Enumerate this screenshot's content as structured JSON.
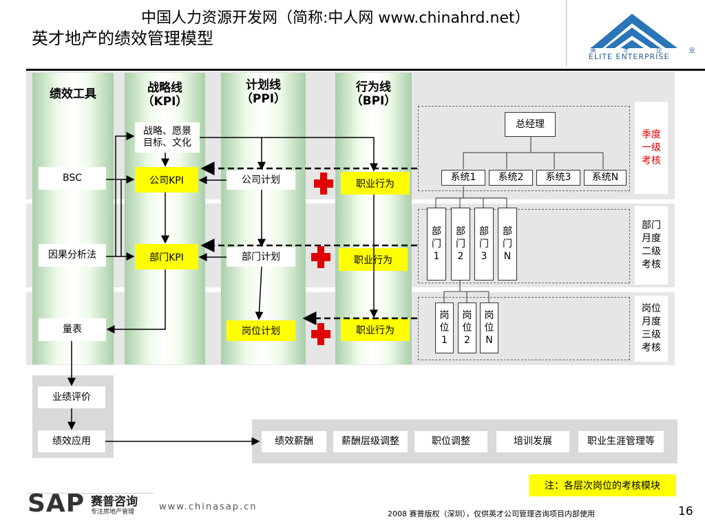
{
  "header": {
    "site": "中国人力资源开发网（简称:中人网 www.chinahrd.net）",
    "title": "英才地产的绩效管理模型",
    "logo_cn": "英 才 企 业",
    "logo_en": "ELITE ENTERPRISE"
  },
  "columns": {
    "tools": "绩效工具",
    "kpi_1": "战略线",
    "kpi_2": "（KPI）",
    "ppi_1": "计划线",
    "ppi_2": "（PPI）",
    "bpi_1": "行为线",
    "bpi_2": "（BPI）"
  },
  "tools": {
    "bsc": "BSC",
    "causal": "因果分析法",
    "scale": "量表"
  },
  "kpi": {
    "vision_1": "战略、愿景",
    "vision_2": "目标、文化",
    "company": "公司KPI",
    "dept": "部门KPI"
  },
  "ppi": {
    "company": "公司计划",
    "dept": "部门计划",
    "post": "岗位计划"
  },
  "bpi": {
    "row1": "职业行为",
    "row2": "职业行为",
    "row3": "职业行为"
  },
  "org": {
    "gm": "总经理",
    "systems": [
      "系统1",
      "系统2",
      "系统3",
      "系统N"
    ],
    "depts": [
      [
        "部",
        "门",
        "1"
      ],
      [
        "部",
        "门",
        "2"
      ],
      [
        "部",
        "门",
        "3"
      ],
      [
        "部",
        "门",
        "N"
      ]
    ],
    "posts": [
      [
        "岗",
        "位",
        "1"
      ],
      [
        "岗",
        "位",
        "2"
      ],
      [
        "岗",
        "位",
        "N"
      ]
    ]
  },
  "levels": {
    "l1": [
      "季度",
      "一级",
      "考核"
    ],
    "l2": [
      "部门",
      "月度",
      "二级",
      "考核"
    ],
    "l3": [
      "岗位",
      "月度",
      "三级",
      "考核"
    ]
  },
  "bottom": {
    "eval": "业绩评价",
    "apply": "绩效应用",
    "outputs": [
      "绩效薪酬",
      "薪酬层级调整",
      "职位调整",
      "培训发展",
      "职业生涯管理等"
    ]
  },
  "note": "注：各层次岗位的考核模块",
  "footer": {
    "sap": "SAP",
    "sap_cn": "赛普咨询",
    "sap_sub": "专注房地产管理",
    "url": "www.chinasap.cn",
    "copyright": "2008 赛普版权（深圳），仅供英才公司管理咨询项目内部使用",
    "page": "16"
  },
  "colors": {
    "highlight": "#ffff00",
    "cross": "#e00000",
    "column": "#a9cfa9",
    "band": "#e6e6e6"
  }
}
